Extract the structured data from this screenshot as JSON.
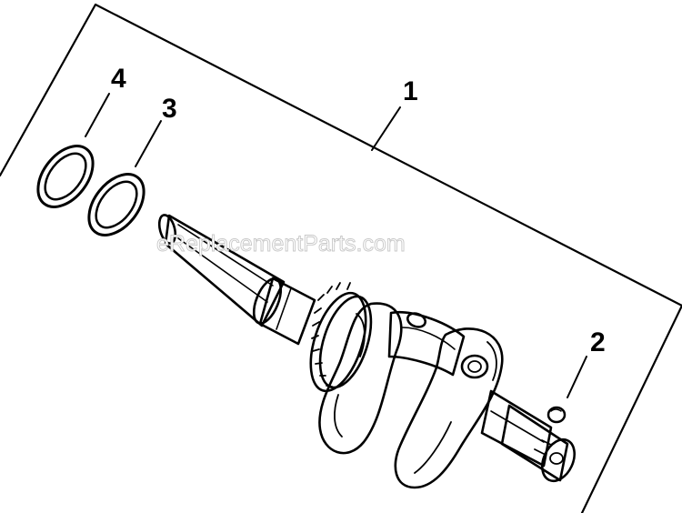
{
  "callouts": [
    {
      "id": "1",
      "label": "1"
    },
    {
      "id": "2",
      "label": "2"
    },
    {
      "id": "3",
      "label": "3"
    },
    {
      "id": "4",
      "label": "4"
    }
  ],
  "watermark": "eReplacementParts.com",
  "colors": {
    "line": "#000000",
    "background": "#ffffff",
    "watermark_outline": "#c8c8c8"
  }
}
